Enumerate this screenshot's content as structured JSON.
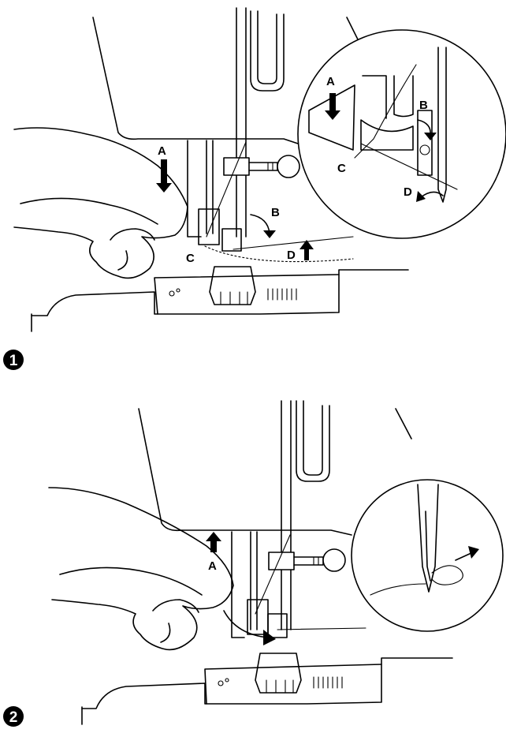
{
  "steps": [
    {
      "number": "1",
      "labels": {
        "a": "A",
        "b": "B",
        "c": "C",
        "d": "D"
      },
      "inset_labels": {
        "a": "A",
        "b": "B",
        "c": "C",
        "d": "D"
      }
    },
    {
      "number": "2",
      "labels": {
        "a": "A"
      }
    }
  ],
  "colors": {
    "line": "#000000",
    "background": "#ffffff",
    "badge": "#000000",
    "badge_text": "#ffffff"
  }
}
